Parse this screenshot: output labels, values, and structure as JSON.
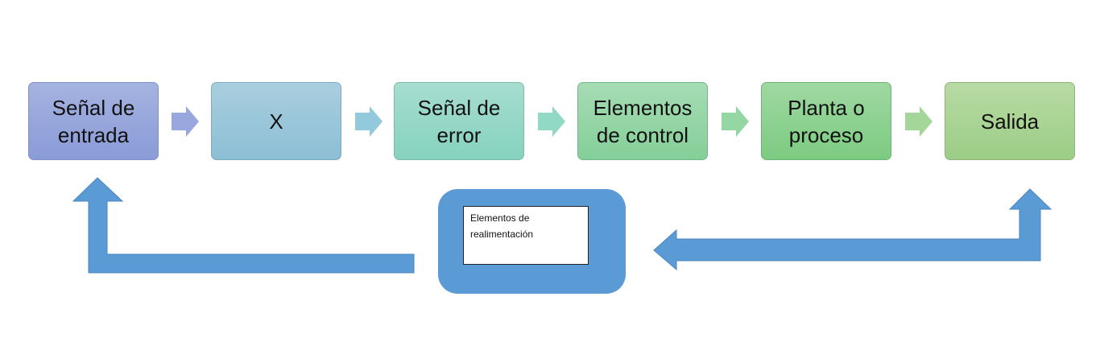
{
  "blocks": [
    {
      "label": "Señal de entrada"
    },
    {
      "label": "X"
    },
    {
      "label": "Señal de error"
    },
    {
      "label": "Elementos de control"
    },
    {
      "label": "Planta o proceso"
    },
    {
      "label": "Salida"
    }
  ],
  "feedback": {
    "label": "Elementos de realimentación"
  },
  "colors": {
    "feedback_blue": "#5b9bd5",
    "block_gradient": [
      "#94a6dc",
      "#9ac8da",
      "#96d7c6",
      "#96d5a6",
      "#8ed192",
      "#aad495"
    ]
  }
}
